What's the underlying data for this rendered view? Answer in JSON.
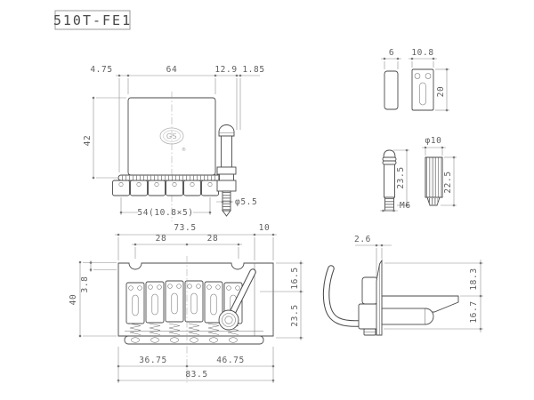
{
  "title": "510T-FE1",
  "logo": {
    "mark": "GS",
    "registered": "®"
  },
  "top_view": {
    "w_offset": "4.75",
    "w_body": "64",
    "w_arm_offset": "12.9",
    "w_tip": "1.85",
    "h_body": "42",
    "saddle_span": "54(10.8×5)",
    "arm_dia": "φ5.5"
  },
  "mount_plate": {
    "side_w": "6",
    "face_w": "10.8",
    "face_h": "20"
  },
  "stud": {
    "h": "23.5",
    "thread": "M6"
  },
  "bushing": {
    "dia": "φ10",
    "h": "22.5"
  },
  "front_view": {
    "w_plate": "73.5",
    "w_arm": "10",
    "pitch_left": "28",
    "pitch_right": "28",
    "t_plate": "3.8",
    "h_total": "40",
    "h_upper": "16.5",
    "h_lower": "23.5",
    "w_left": "36.75",
    "w_right": "46.75",
    "w_total": "83.5"
  },
  "side_view": {
    "t_blade": "2.6",
    "h_upper": "18.3",
    "h_lower": "16.7"
  }
}
